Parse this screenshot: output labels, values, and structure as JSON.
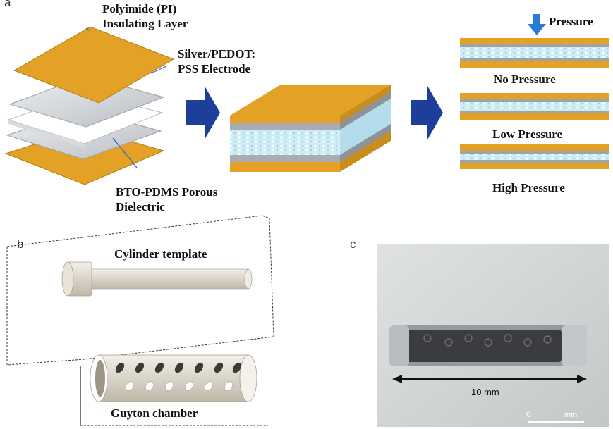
{
  "panel_a": {
    "letter": "a",
    "pi_label_line1": "Polyimide (PI)",
    "pi_label_line2": "Insulating Layer",
    "electrode_label_line1": "Silver/PEDOT:",
    "electrode_label_line2": "PSS Electrode",
    "dielectric_label_line1": "BTO-PDMS Porous",
    "dielectric_label_line2": "Dielectric",
    "pressure_label": "Pressure",
    "states": [
      "No Pressure",
      "Low Pressure",
      "High Pressure"
    ]
  },
  "panel_b": {
    "letter": "b",
    "cylinder_label": "Cylinder template",
    "chamber_label": "Guyton chamber"
  },
  "panel_c": {
    "letter": "c",
    "length_label": "10 mm",
    "scale_zero": "0",
    "scale_unit": "mm"
  },
  "colors": {
    "polyimide": "#e3a126",
    "electrode": "#c9cccf",
    "dielectric": "#c9ecf6",
    "arrow": "#1e3f99",
    "pressure_arrow": "#2a7dd6"
  }
}
